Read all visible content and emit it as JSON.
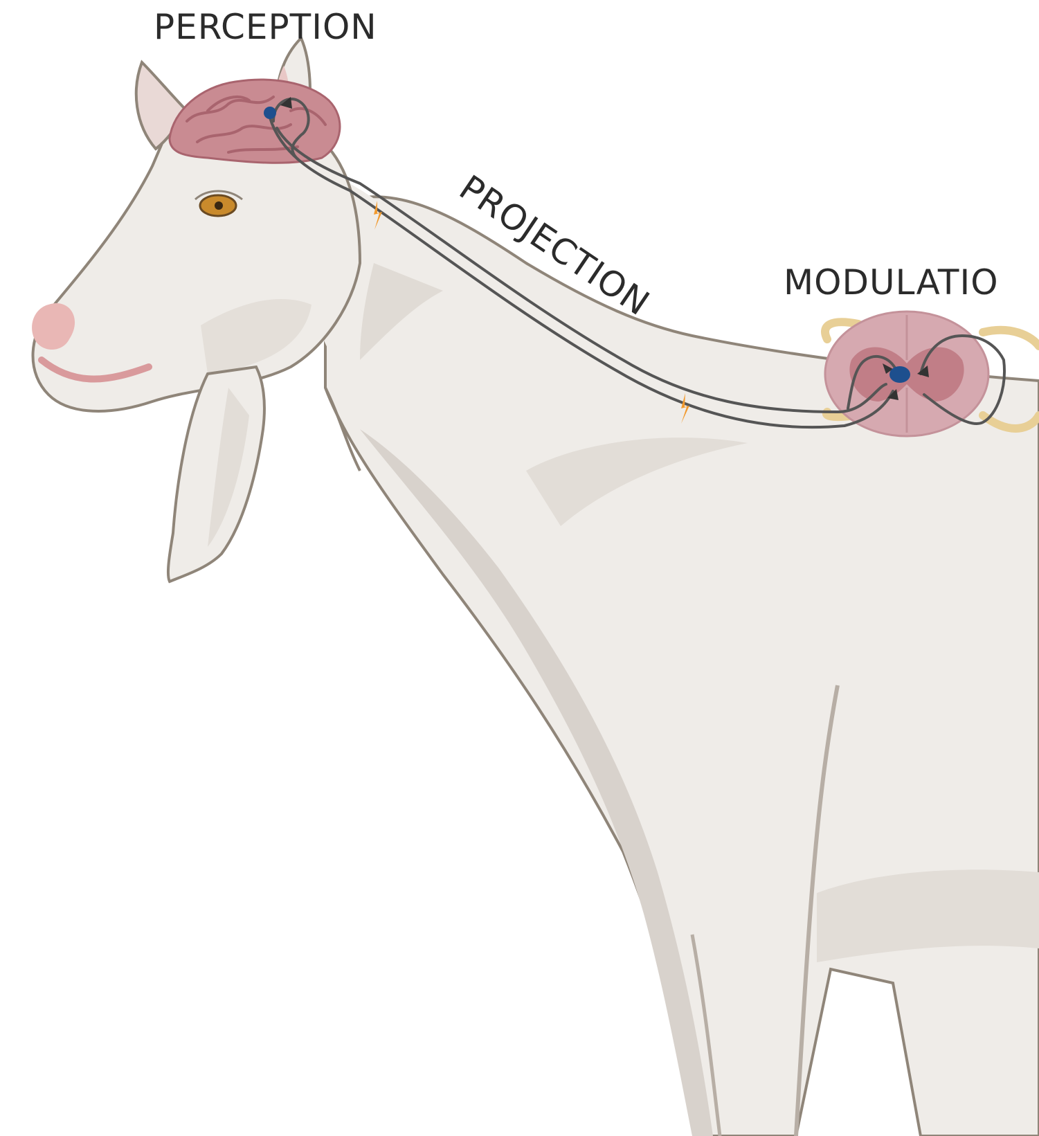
{
  "labels": {
    "perception": "PERCEPTION",
    "projection": "PROJECTION",
    "modulation": "MODULATIO"
  },
  "colors": {
    "body": "#efece8",
    "body_shadow": "#d8d2cc",
    "outline": "#8f8579",
    "brain": "#c98b92",
    "brain_dark": "#a9646e",
    "spinal_cord": "#d6a9b0",
    "nerve_root": "#e8cf96",
    "neuron": "#1d4f8e",
    "pathway": "#555555",
    "impulse": "#f29a2e",
    "nose": "#e9b7b5",
    "eye": "#c98a2c"
  },
  "icons": [
    "brain-icon",
    "spinal-cord-icon",
    "neuron-icon",
    "impulse-icon",
    "goat-illustration"
  ]
}
